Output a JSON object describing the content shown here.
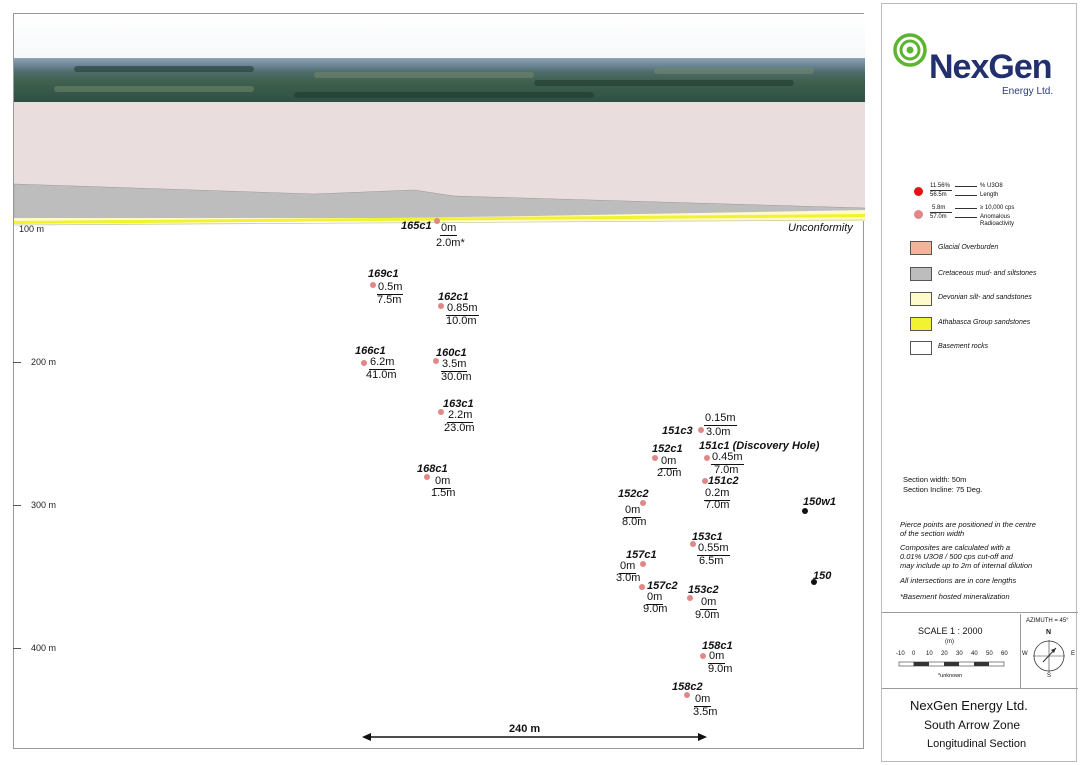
{
  "section": {
    "depth_labels": [
      "100 m",
      "200 m",
      "300 m",
      "400 m"
    ],
    "unconformity": "Unconformity",
    "scale_bar_label": "240 m"
  },
  "holes": [
    {
      "id": "165c1",
      "v1": "0m",
      "v2": "2.0m*",
      "black": false
    },
    {
      "id": "169c1",
      "v1": "0.5m",
      "v2": "7.5m",
      "black": false
    },
    {
      "id": "162c1",
      "v1": "0.85m",
      "v2": "10.0m",
      "black": false
    },
    {
      "id": "166c1",
      "v1": "6.2m",
      "v2": "41.0m",
      "black": false
    },
    {
      "id": "160c1",
      "v1": "3.5m",
      "v2": "30.0m",
      "black": false
    },
    {
      "id": "163c1",
      "v1": "2.2m",
      "v2": "23.0m",
      "black": false
    },
    {
      "id": "151c3",
      "v1": "0.15m",
      "v2": "3.0m",
      "black": false
    },
    {
      "id": "152c1",
      "v1": "0m",
      "v2": "2.0m",
      "black": false
    },
    {
      "id": "151c1 (Discovery Hole)",
      "v1": "0.45m",
      "v2": "7.0m",
      "black": false
    },
    {
      "id": "168c1",
      "v1": "0m",
      "v2": "1.5m",
      "black": false
    },
    {
      "id": "151c2",
      "v1": "0.2m",
      "v2": "7.0m",
      "black": false
    },
    {
      "id": "152c2",
      "v1": "0m",
      "v2": "8.0m",
      "black": false
    },
    {
      "id": "150w1",
      "v1": "",
      "v2": "",
      "black": true
    },
    {
      "id": "153c1",
      "v1": "0.55m",
      "v2": "6.5m",
      "black": false
    },
    {
      "id": "157c1",
      "v1": "0m",
      "v2": "3.0m",
      "black": false
    },
    {
      "id": "150",
      "v1": "",
      "v2": "",
      "black": true
    },
    {
      "id": "157c2",
      "v1": "0m",
      "v2": "9.0m",
      "black": false
    },
    {
      "id": "153c2",
      "v1": "0m",
      "v2": "9.0m",
      "black": false
    },
    {
      "id": "158c1",
      "v1": "0m",
      "v2": "9.0m",
      "black": false
    },
    {
      "id": "158c2",
      "v1": "0m",
      "v2": "3.5m",
      "black": false
    }
  ],
  "logo": {
    "word1": "Nex",
    "word2": "Gen",
    "sub": "Energy Ltd."
  },
  "legend": {
    "red_top": "11.56%",
    "red_bottom": "56.5m",
    "red_desc1": "% U3O8",
    "red_desc2": "Length",
    "pink_top": "5.8m",
    "pink_bottom": "57.0m",
    "pink_desc1": "≥ 10,000 cps",
    "pink_desc2": "Anomalous",
    "pink_desc3": "Radioactivity",
    "units": [
      {
        "label": "Glacial Overburden",
        "color": "#f4b49a"
      },
      {
        "label": "Cretaceous mud- and siltstones",
        "color": "#bdbdbd"
      },
      {
        "label": "Devonian silt- and sandstones",
        "color": "#fffacc"
      },
      {
        "label": "Athabasca Group sandstones",
        "color": "#f2f230"
      },
      {
        "label": "Basement rocks",
        "color": "#ffffff"
      }
    ],
    "colors": {
      "red_dot": "#e01414",
      "pink_dot": "#e08888",
      "logo_green": "#5cb531",
      "logo_navy": "#23306e"
    }
  },
  "notes": {
    "section_width": "Section width: 50m",
    "section_incline": "Section Incline: 75 Deg.",
    "n1": "Pierce points are positioned in the centre",
    "n2": "of the section width",
    "n3": "Composites are calculated with a",
    "n4": "0.01% U3O8 / 500 cps cut-off and",
    "n5": "may include up to 2m of internal dilution",
    "n6": "All intersections are in core lengths",
    "n7": "*Basement hosted mineralization"
  },
  "scale": {
    "title": "SCALE  1 : 2000",
    "unit": "(m)",
    "ticks": [
      "-10",
      "0",
      "10",
      "20",
      "30",
      "40",
      "50",
      "60"
    ],
    "unknown": "*unknown"
  },
  "azimuth": {
    "label": "AZIMUTH = 45°",
    "n": "N",
    "s": "S",
    "e": "E",
    "w": "W"
  },
  "title_block": {
    "company": "NexGen Energy Ltd.",
    "zone": "South Arrow Zone",
    "section": "Longitudinal Section"
  }
}
